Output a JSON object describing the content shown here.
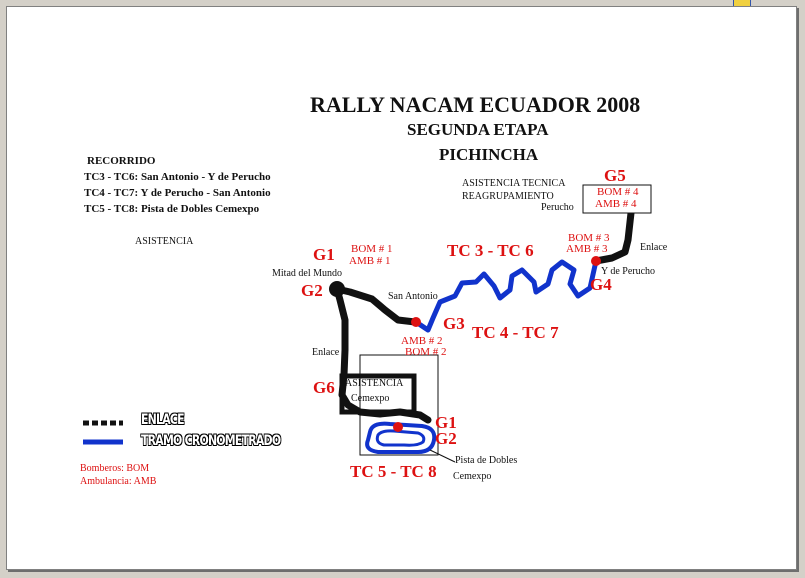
{
  "title": "RALLY NACAM ECUADOR 2008",
  "subtitle1": "SEGUNDA ETAPA",
  "subtitle2": "PICHINCHA",
  "recorrido": {
    "heading": "RECORRIDO",
    "lines": [
      "TC3 - TC6: San Antonio - Y de Perucho",
      "TC4 - TC7: Y de Perucho - San Antonio",
      "TC5 - TC8: Pista de Dobles Cemexpo"
    ]
  },
  "asistencia_label": "ASISTENCIA",
  "asistencia_tecnica": [
    "ASISTENCIA TECNICA",
    "REAGRUPAMIENTO"
  ],
  "places": {
    "perucho": "Perucho",
    "mitad_del_mundo": "Mitad del Mundo",
    "san_antonio": "San Antonio",
    "y_de_perucho": "Y de Perucho",
    "enlace_right": "Enlace",
    "enlace_left": "Enlace",
    "asistencia_box": "ASISTENCIA",
    "cemexpo_box": "Cemexpo",
    "pista_de_dobles": "Pista de Dobles",
    "cemexpo_bottom": "Cemexpo"
  },
  "gates": {
    "g5": "G5",
    "g1_top": "G1",
    "g2_top": "G2",
    "g4": "G4",
    "g3": "G3",
    "g6": "G6",
    "g1_bottom": "G1",
    "g2_bottom": "G2"
  },
  "stages": {
    "tc3_tc6": "TC 3 - TC 6",
    "tc4_tc7": "TC 4 - TC 7",
    "tc5_tc8": "TC 5 - TC 8"
  },
  "services": {
    "g5": [
      "BOM # 4",
      "AMB # 4"
    ],
    "g1": [
      "BOM # 1",
      "AMB # 1"
    ],
    "g4": [
      "BOM # 3",
      "AMB # 3"
    ],
    "g3": [
      "AMB # 2",
      "BOM # 2"
    ]
  },
  "legend": {
    "enlace": "ENLACE",
    "tramo": "TRAMO CRONOMETRADO",
    "bomberos": "Bomberos:  BOM",
    "ambulancia": "Ambulancia: AMB"
  },
  "colors": {
    "enlace_line": "#111111",
    "tramo_line": "#1133cc",
    "marker": "#dd1111",
    "label_red": "#dd1111"
  }
}
